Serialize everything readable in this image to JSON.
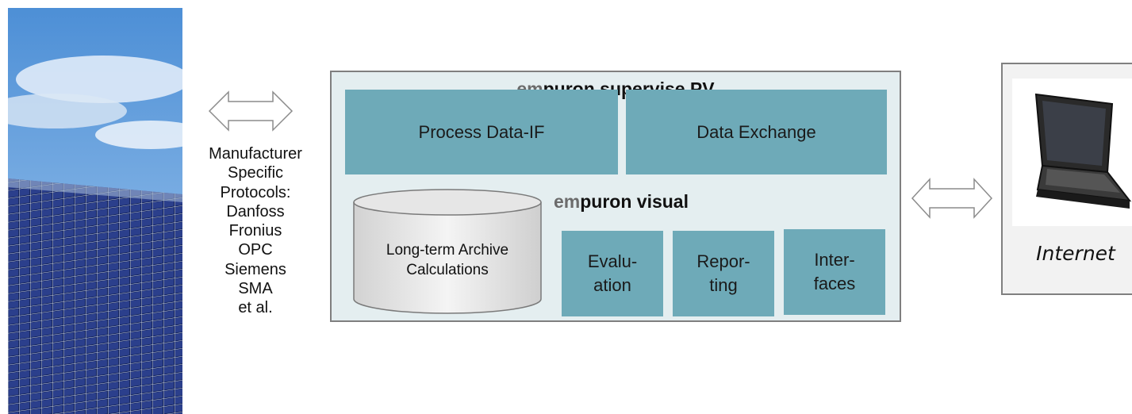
{
  "protocols": {
    "lines": [
      "Manufacturer",
      "Specific",
      "Protocols:",
      "Danfoss",
      "Fronius",
      "OPC",
      "Siemens",
      "SMA",
      "et al."
    ]
  },
  "system": {
    "title_prefix": "em",
    "title_rest": "puron supervise PV",
    "process_data": "Process Data-IF",
    "data_exchange": "Data Exchange",
    "visual_prefix": "em",
    "visual_rest": "puron visual",
    "archive_line1": "Long-term Archive",
    "archive_line2": "Calculations",
    "evaluation": [
      "Evalu-",
      "ation"
    ],
    "reporting": [
      "Repor-",
      "ting"
    ],
    "interfaces": [
      "Inter-",
      "faces"
    ]
  },
  "internet": {
    "label": "Internet"
  },
  "colors": {
    "block": "#6eaab8",
    "system_bg": "#e4eef0",
    "em_gray": "#6b6b6b",
    "sky": "#6fa5dc",
    "panel": "#1c2f70"
  },
  "icons": [
    "solar-panels-image",
    "double-arrow-icon",
    "database-cylinder-icon",
    "laptop-icon"
  ]
}
